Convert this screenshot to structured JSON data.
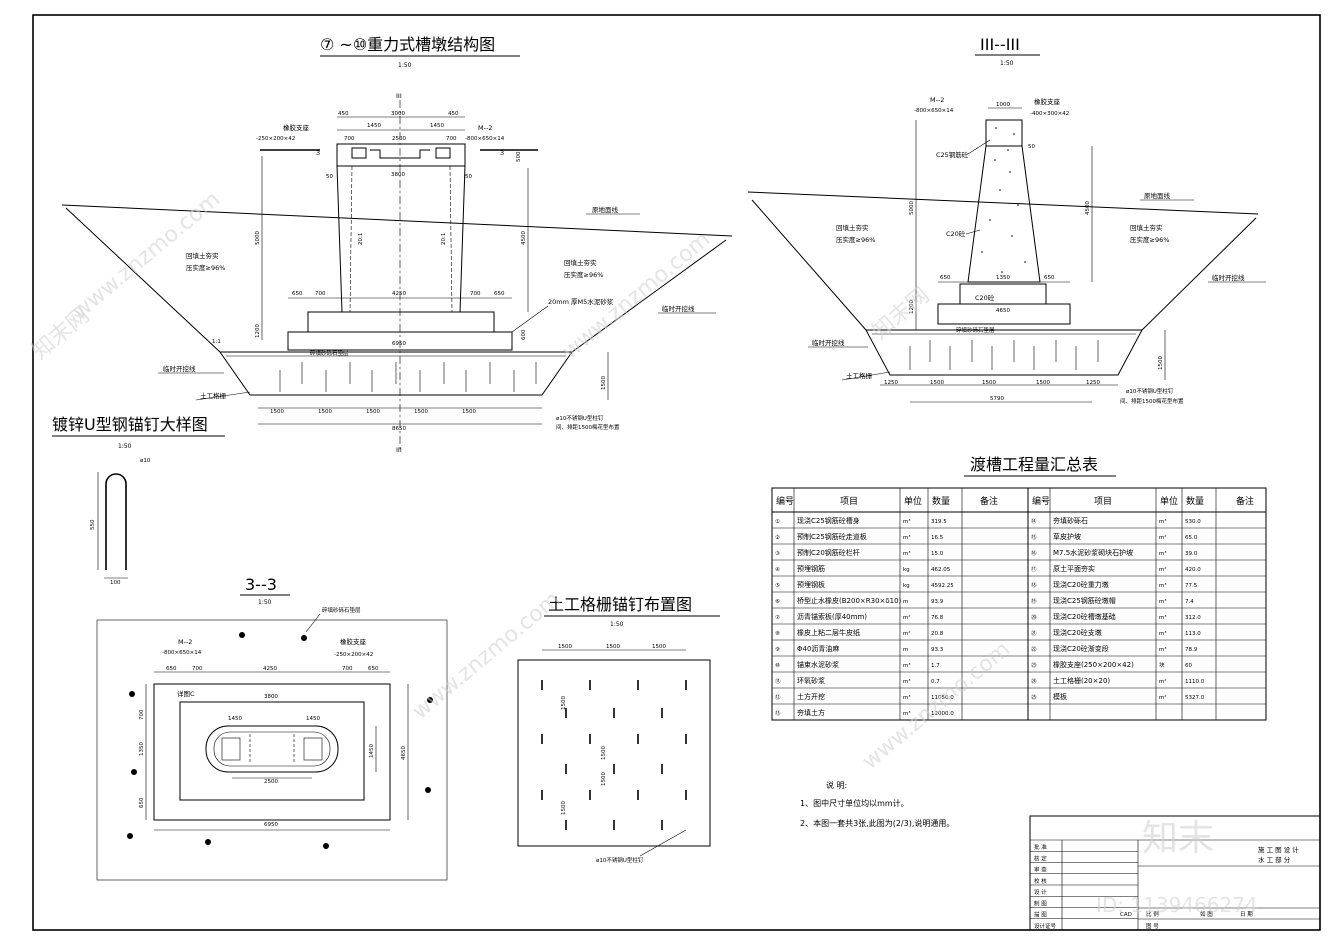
{
  "drawing": {
    "main_title": "⑦ ~⑩重力式槽墩结构图",
    "main_scale": "1:50",
    "section3_title": "III--III",
    "section3_scale": "1:50",
    "anchor_title": "镀锌U型钢锚钉大样图",
    "anchor_scale": "1:50",
    "plan_title": "3--3",
    "plan_scale": "1:50",
    "grid_title": "土工格栅锚钉布置图",
    "grid_scale": "1:50",
    "table_title": "渡槽工程量汇总表"
  },
  "front_view": {
    "section_mark": "III",
    "dims_top": [
      "450",
      "1450",
      "3000",
      "1450",
      "450"
    ],
    "dims_second": [
      "700",
      "2500",
      "700"
    ],
    "bearing_label": "橡胶支座",
    "bearing_spec": "-250×200×42",
    "m2_label": "M--2",
    "m2_spec": "-800×650×14",
    "mark_3": "3",
    "dim_3800": "3800",
    "dim_50": "50",
    "dim_500": "500",
    "dim_5000": "5000",
    "dim_4500": "4500",
    "slope_20_1": "20:1",
    "ground_line": "原地面线",
    "backfill_left": "回填土夯实",
    "compact_left": "压实度≥96%",
    "backfill_right": "回填土夯实",
    "compact_right": "压实度≥96%",
    "dims_base": [
      "650",
      "700",
      "4250",
      "700",
      "650"
    ],
    "mortar": "20mm 厚M5水泥砂浆",
    "temp_line_right": "临时开挖线",
    "dim_1200": "1200",
    "dim_6950": "6950",
    "dim_600": "600",
    "dim_1500v": "1500",
    "gravel": "碎填砂砾石垫层",
    "temp_line_left": "临时开挖线",
    "geogrid": "土工格栅",
    "dims_bottom": [
      "1500",
      "1500",
      "1500",
      "1500",
      "1500"
    ],
    "dim_8650": "8650",
    "anchor_note_1": "ø10不锈钢U型柱钉",
    "anchor_note_2": "间、排距1500梅花型布置",
    "slope_ratio": "1:1"
  },
  "section_view": {
    "m2_label": "M--2",
    "m2_spec": "-800×650×14",
    "dim_1000": "1000",
    "bearing_label": "橡胶支座",
    "bearing_spec": "-400×300×42",
    "dim_50": "50",
    "c25_label": "C25钢筋砼",
    "dim_5000": "5000",
    "dim_4500": "4500",
    "ground_line": "原地面线",
    "backfill_left": "回填土夯实",
    "compact_left": "压实度≥96%",
    "backfill_right": "回填土夯实",
    "compact_right": "压实度≥96%",
    "c20_label": "C20砼",
    "c20b_label": "C20砼",
    "dims_base": [
      "650",
      "1350",
      "650"
    ],
    "dim_4650": "4650",
    "temp_line_right": "临时开挖线",
    "gravel": "碎填砂砾石垫层",
    "temp_line_left": "临时开挖线",
    "geogrid": "土工格栅",
    "dims_bottom": [
      "1250",
      "1500",
      "1500",
      "1500",
      "1250"
    ],
    "dim_5790": "5790",
    "dim_1200": "1200",
    "dim_1500v": "1500",
    "anchor_note_1": "ø10不锈钢U型柱钉",
    "anchor_note_2": "间、排距1500梅花型布置"
  },
  "anchor_detail": {
    "dia": "ø10",
    "dim_550": "550",
    "dim_100": "100"
  },
  "plan_view": {
    "gravel_label": "碎填砂砾石垫层",
    "m2_label": "M--2",
    "m2_spec": "-800×650×14",
    "bearing_label": "橡胶支座",
    "bearing_spec": "-250×200×42",
    "dims_top": [
      "650",
      "700",
      "4250",
      "700",
      "650"
    ],
    "dim_3800": "3800",
    "detail_c": "详图C",
    "dims_inner": [
      "1450",
      "1450"
    ],
    "dim_2500": "2500",
    "dims_left": [
      "700",
      "1350",
      "650"
    ],
    "dim_1450": "1450",
    "dim_4650": "4650",
    "dim_6950": "6950"
  },
  "grid_layout": {
    "dims_top": [
      "1500",
      "1500",
      "1500"
    ],
    "dims_side": [
      "1500",
      "1500",
      "1500",
      "1500"
    ],
    "note": "ø10不锈钢U型柱钉"
  },
  "table": {
    "headers": [
      "编号",
      "项目",
      "单位",
      "数量",
      "备注",
      "编号",
      "项目",
      "单位",
      "数量",
      "备注"
    ],
    "left_rows": [
      [
        "①",
        "现浇C25钢筋砼槽身",
        "m³",
        "319.5"
      ],
      [
        "②",
        "预制C25钢筋砼走道板",
        "m³",
        "16.5"
      ],
      [
        "③",
        "预制C20钢筋砼栏杆",
        "m³",
        "15.0"
      ],
      [
        "④",
        "预埋钢筋",
        "kg",
        "462.05"
      ],
      [
        "⑤",
        "预埋钢板",
        "kg",
        "4592.25"
      ],
      [
        "⑥",
        "桥型止水橡皮(B200×R30×δ10)",
        "m",
        "93.9"
      ],
      [
        "⑦",
        "沥青锚索板(厚40mm)",
        "m²",
        "76.8"
      ],
      [
        "⑧",
        "橡皮上粘二层牛皮纸",
        "m²",
        "20.8"
      ],
      [
        "⑨",
        "Φ40沥青油麻",
        "m",
        "93.3"
      ],
      [
        "⑩",
        "锚束水泥砂浆",
        "m³",
        "1.7"
      ],
      [
        "⑪",
        "环氧砂浆",
        "m³",
        "0.7"
      ],
      [
        "⑫",
        "土方开挖",
        "m³",
        "11050.0"
      ],
      [
        "⑬",
        "夯填土方",
        "m³",
        "12000.0"
      ]
    ],
    "right_rows": [
      [
        "⑭",
        "夯填砂砾石",
        "m³",
        "530.0"
      ],
      [
        "⑮",
        "草皮护坡",
        "m²",
        "65.0"
      ],
      [
        "⑯",
        "M7.5水泥砂浆砌块石护坡",
        "m³",
        "39.0"
      ],
      [
        "⑰",
        "原土平面夯实",
        "m²",
        "420.0"
      ],
      [
        "⑱",
        "现浇C20砼重力墩",
        "m³",
        "77.5"
      ],
      [
        "⑲",
        "现浇C25钢筋砼墩帽",
        "m³",
        "7.4"
      ],
      [
        "⑳",
        "现浇C20砼槽墩基础",
        "m³",
        "312.0"
      ],
      [
        "㉑",
        "现浇C20砼支墩",
        "m³",
        "113.0"
      ],
      [
        "㉒",
        "现浇C20砼渐变段",
        "m³",
        "78.9"
      ],
      [
        "㉓",
        "橡胶支座(250×200×42)",
        "块",
        "60"
      ],
      [
        "㉔",
        "土工格栅(20×20)",
        "m²",
        "1110.0"
      ],
      [
        "㉕",
        "模板",
        "m²",
        "5327.0"
      ]
    ]
  },
  "notes": {
    "title": "说 明:",
    "line1": "1、图中尺寸单位均以mm计。",
    "line2": "2、本图一套共3张,此图为(2/3),说明通用。"
  },
  "title_block": {
    "rows": [
      "批 准",
      "核 定",
      "审 查",
      "校 核",
      "设 计",
      "制 图",
      "描 图",
      "设计证号"
    ],
    "design_stage": "施 工 图 设 计",
    "dept": "水 工 部 分",
    "cad": "CAD",
    "scale_label": "比 例",
    "scale_value": "如 图",
    "date_label": "日 期",
    "drawing_no": "图 号"
  },
  "watermark": {
    "brand": "知末",
    "id": "ID: 1139466274",
    "site": "www.znzmo.com",
    "site_cn": "知末网"
  }
}
